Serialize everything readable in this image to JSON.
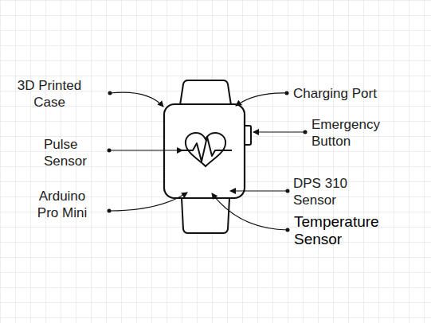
{
  "diagram": {
    "labels": [
      "3D Printed Case",
      "Pulse Sensor",
      "Arduino Pro Mini",
      "Charging Port",
      "Emergency Button",
      "DPS 310 Sensor",
      "Temperature Sensor"
    ]
  }
}
